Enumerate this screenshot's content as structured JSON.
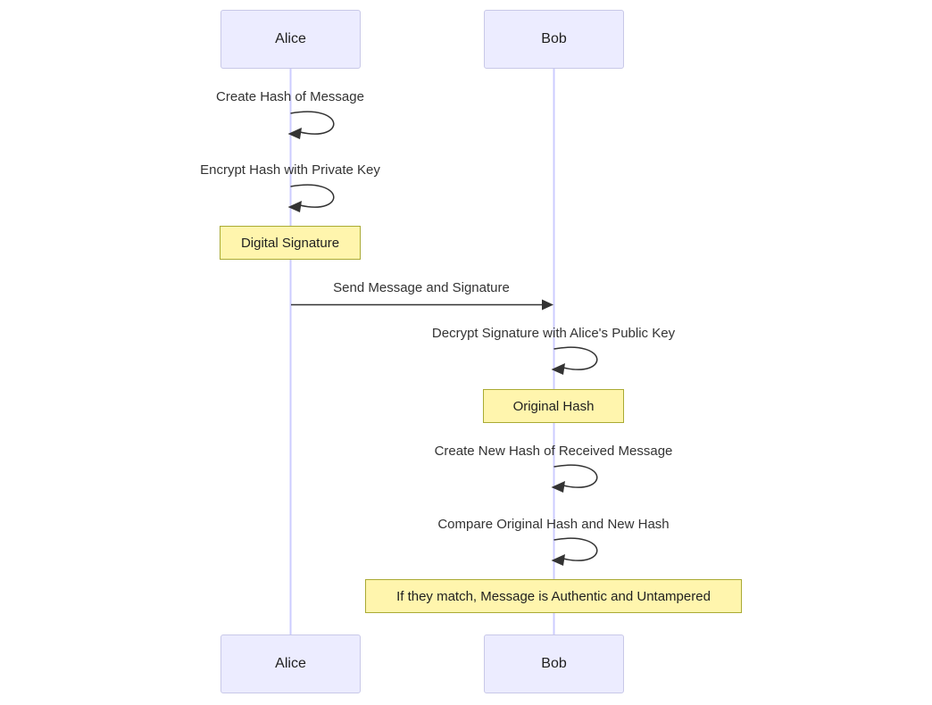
{
  "diagram": {
    "type": "sequence-diagram",
    "actors": [
      {
        "id": "alice",
        "name": "Alice"
      },
      {
        "id": "bob",
        "name": "Bob"
      }
    ],
    "messages": [
      {
        "type": "self-loop",
        "actor": "Alice",
        "label": "Create Hash of Message"
      },
      {
        "type": "self-loop",
        "actor": "Alice",
        "label": "Encrypt Hash with Private Key"
      },
      {
        "type": "note",
        "over": "Alice",
        "label": "Digital Signature"
      },
      {
        "type": "arrow",
        "from": "Alice",
        "to": "Bob",
        "label": "Send Message and Signature"
      },
      {
        "type": "self-loop",
        "actor": "Bob",
        "label": "Decrypt Signature with Alice's Public Key"
      },
      {
        "type": "note",
        "over": "Bob",
        "label": "Original Hash"
      },
      {
        "type": "self-loop",
        "actor": "Bob",
        "label": "Create New Hash of Received Message"
      },
      {
        "type": "self-loop",
        "actor": "Bob",
        "label": "Compare Original Hash and New Hash"
      },
      {
        "type": "note",
        "over": "Bob",
        "label": "If they match, Message is Authentic and Untampered"
      }
    ],
    "colors": {
      "actor_fill": "#ECECFF",
      "actor_border": "#C8C8E8",
      "note_fill": "#FFF5AD",
      "note_border": "#AAAA33",
      "lifeline": "#CCCCFF",
      "arrow": "#333333",
      "text": "#333333",
      "background": "#FFFFFF"
    }
  }
}
